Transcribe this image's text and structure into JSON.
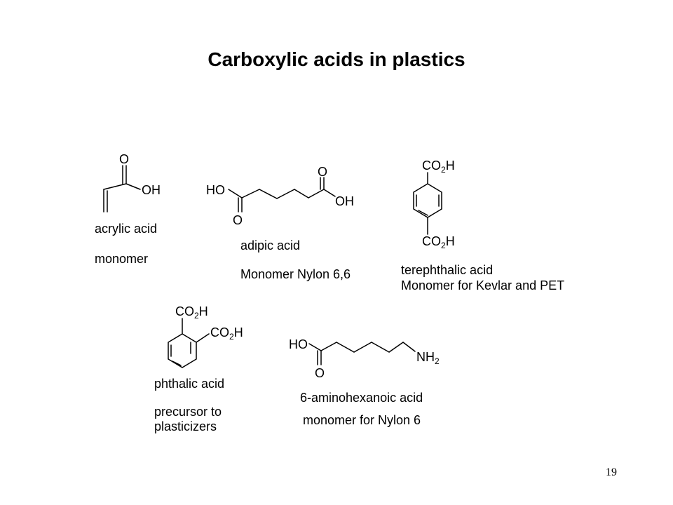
{
  "slide": {
    "title": "Carboxylic acids in plastics",
    "page_number": "19"
  },
  "atoms": {
    "O": "O",
    "OH": "OH",
    "HO": "HO",
    "CO": "CO",
    "H": "H",
    "two": "2",
    "NH": "NH"
  },
  "compounds": [
    {
      "name": "acrylic acid",
      "description": "monomer"
    },
    {
      "name": "adipic acid",
      "description": "Monomer Nylon 6,6"
    },
    {
      "name": "terephthalic acid",
      "description": "Monomer for Kevlar and PET"
    },
    {
      "name": "phthalic acid",
      "description": "precursor to plasticizers"
    },
    {
      "name": "6-aminohexanoic acid",
      "description": "monomer for Nylon 6"
    }
  ]
}
